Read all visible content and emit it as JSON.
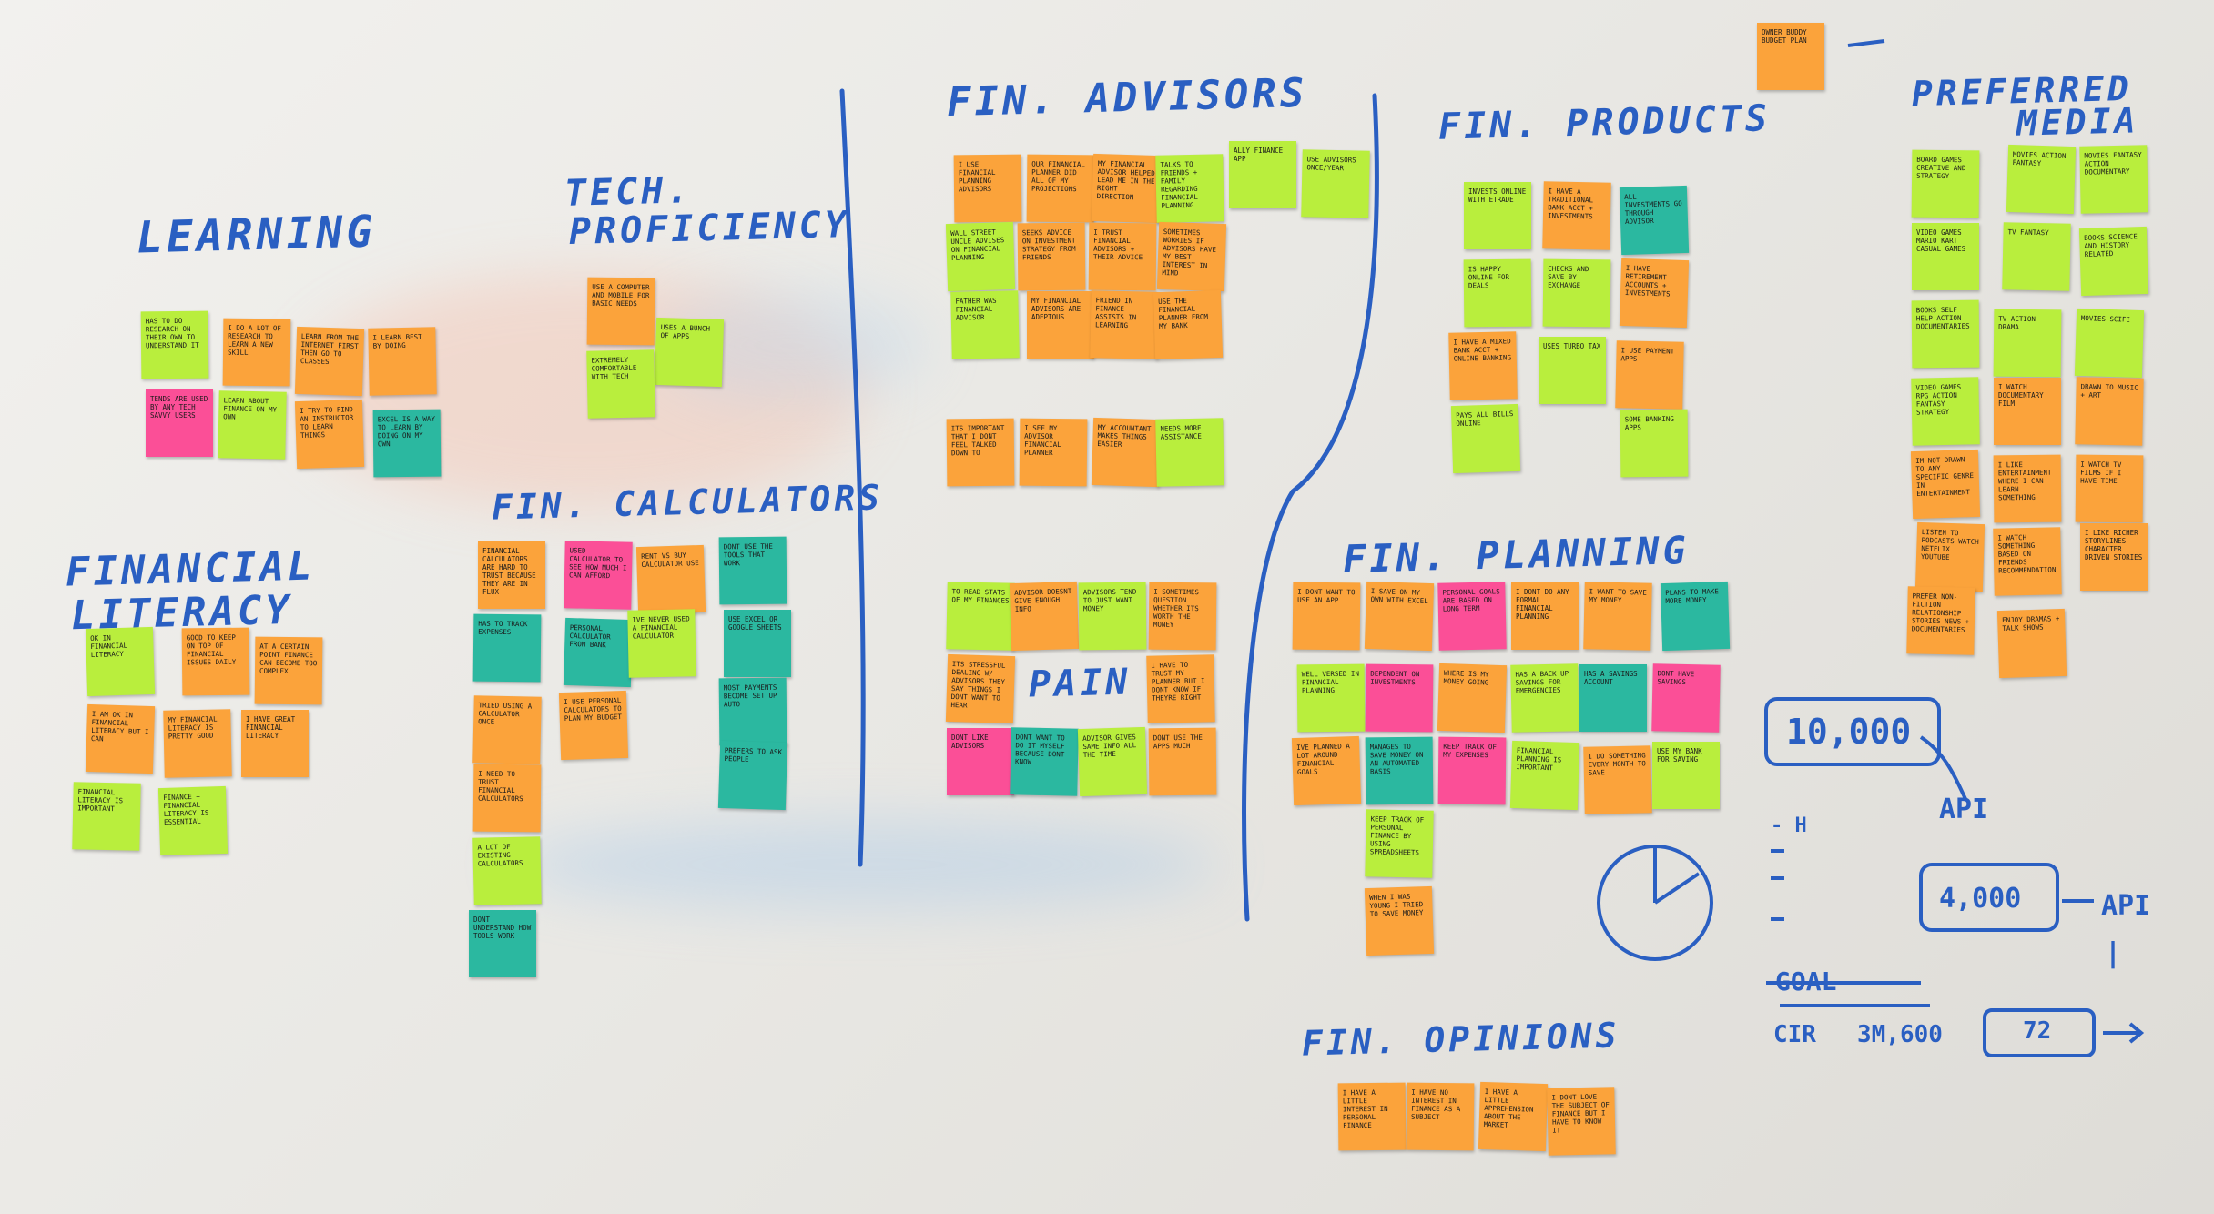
{
  "headings": {
    "learning": "LEARNING",
    "tech1": "TECH.",
    "tech2": "PROFICIENCY",
    "fin_advisors": "FIN. ADVISORS",
    "fin_products": "FIN. PRODUCTS",
    "preferred1": "PREFERRED",
    "preferred2": "MEDIA",
    "fin_calculators": "FIN. CALCULATORS",
    "financial1": "FINANCIAL",
    "financial2": "LITERACY",
    "pain": "PAIN",
    "fin_planning": "FIN. PLANNING",
    "fin_opinions": "FIN. OPINIONS"
  },
  "annotations": {
    "big_number": "10,000",
    "api_1": "API",
    "mid_number": "4,000",
    "api_2": "API",
    "goal": "GOAL",
    "cir": "CIR",
    "cir_value": "3M,600",
    "box_value": "72",
    "tick_1": "- H",
    "mark_1": "|"
  },
  "colors": {
    "ink": "#2a5fc2",
    "orange": "#fba33b",
    "lime": "#b9ee3d",
    "pink": "#fb4f97",
    "teal": "#2bb8a0",
    "yellow": "#e8f056"
  },
  "notes": [
    {
      "text": "OK IN FINANCIAL LITERACY"
    },
    {
      "text": "GOOD TO KEEP ON TOP OF FINANCIAL ISSUES DAILY"
    },
    {
      "text": "AT A CERTAIN POINT FINANCE CAN BECOME TOO COMPLEX"
    },
    {
      "text": "I AM OK IN FINANCIAL LITERACY BUT I CAN"
    },
    {
      "text": "MY FINANCIAL LITERACY IS PRETTY GOOD"
    },
    {
      "text": "I HAVE GREAT FINANCIAL LITERACY"
    },
    {
      "text": "FINANCIAL LITERACY IS IMPORTANT"
    },
    {
      "text": "FINANCE + FINANCIAL LITERACY IS ESSENTIAL"
    },
    {
      "text": "I USE FINANCIAL PLANNING ADVISORS"
    },
    {
      "text": "OUR FINANCIAL PLANNER DID ALL OF MY PROJECTIONS"
    },
    {
      "text": "MY FINANCIAL ADVISOR HELPED LEAD ME IN THE RIGHT DIRECTION"
    },
    {
      "text": "TALKS TO FRIENDS + FAMILY REGARDING FINANCIAL PLANNING"
    },
    {
      "text": "ALLY FINANCE APP"
    },
    {
      "text": "USE ADVISORS ONCE/YEAR"
    },
    {
      "text": "WALL STREET UNCLE ADVISES ON FINANCIAL PLANNING"
    },
    {
      "text": "SEEKS ADVICE ON INVESTMENT STRATEGY FROM FRIENDS"
    },
    {
      "text": "I TRUST FINANCIAL ADVISORS + THEIR ADVICE"
    },
    {
      "text": "SOMETIMES WORRIES IF ADVISORS HAVE MY BEST INTEREST IN MIND"
    },
    {
      "text": "FATHER WAS FINANCIAL ADVISOR"
    },
    {
      "text": "MY FINANCIAL ADVISORS ARE ADEPTOUS"
    },
    {
      "text": "FRIEND IN FINANCE ASSISTS IN LEARNING"
    },
    {
      "text": "USE THE FINANCIAL PLANNER FROM MY BANK"
    },
    {
      "text": "ITS IMPORTANT THAT I DONT FEEL TALKED DOWN TO"
    },
    {
      "text": "I SEE MY ADVISOR FINANCIAL PLANNER"
    },
    {
      "text": "MY ACCOUNTANT MAKES THINGS EASIER"
    },
    {
      "text": "NEEDS MORE ASSISTANCE"
    },
    {
      "text": "INVESTS ONLINE WITH ETRADE"
    },
    {
      "text": "I HAVE A TRADITIONAL BANK ACCT + INVESTMENTS"
    },
    {
      "text": "ALL INVESTMENTS GO THROUGH ADVISOR"
    },
    {
      "text": "IS HAPPY ONLINE FOR DEALS"
    },
    {
      "text": "CHECKS AND SAVE BY EXCHANGE"
    },
    {
      "text": "I HAVE RETIREMENT ACCOUNTS + INVESTMENTS"
    },
    {
      "text": "I HAVE A MIXED BANK ACCT + ONLINE BANKING"
    },
    {
      "text": "USES TURBO TAX"
    },
    {
      "text": "I USE PAYMENT APPS"
    },
    {
      "text": "PAYS ALL BILLS ONLINE"
    },
    {
      "text": "SOME BANKING APPS"
    },
    {
      "text": "BOARD GAMES CREATIVE AND STRATEGY"
    },
    {
      "text": "MOVIES ACTION FANTASY"
    },
    {
      "text": "MOVIES FANTASY ACTION DOCUMENTARY"
    },
    {
      "text": "VIDEO GAMES MARIO KART CASUAL GAMES"
    },
    {
      "text": "TV FANTASY"
    },
    {
      "text": "BOOKS SCIENCE AND HISTORY RELATED"
    },
    {
      "text": "BOOKS SELF HELP ACTION DOCUMENTARIES"
    },
    {
      "text": "TV ACTION DRAMA"
    },
    {
      "text": "MOVIES SCIFI"
    },
    {
      "text": "VIDEO GAMES RPG ACTION FANTASY STRATEGY"
    },
    {
      "text": "I WATCH DOCUMENTARY FILM"
    },
    {
      "text": "DRAWN TO MUSIC + ART"
    },
    {
      "text": "IM NOT DRAWN TO ANY SPECIFIC GENRE IN ENTERTAINMENT"
    },
    {
      "text": "I LIKE ENTERTAINMENT WHERE I CAN LEARN SOMETHING"
    },
    {
      "text": "I WATCH TV FILMS IF I HAVE TIME"
    },
    {
      "text": "LISTEN TO PODCASTS WATCH NETFLIX YOUTUBE"
    },
    {
      "text": "I WATCH SOMETHING BASED ON FRIENDS RECOMMENDATION"
    },
    {
      "text": "I LIKE RICHER STORYLINES CHARACTER DRIVEN STORIES"
    },
    {
      "text": "PREFER NON-FICTION RELATIONSHIP STORIES NEWS + DOCUMENTARIES"
    },
    {
      "text": "ENJOY DRAMAS + TALK SHOWS"
    },
    {
      "text": "HAS TO DO RESEARCH ON THEIR OWN TO UNDERSTAND IT"
    },
    {
      "text": "I DO A LOT OF RESEARCH TO LEARN A NEW SKILL"
    },
    {
      "text": "LEARN FROM THE INTERNET FIRST THEN GO TO CLASSES"
    },
    {
      "text": "I LEARN BEST BY DOING"
    },
    {
      "text": "TENDS ARE USED BY ANY TECH SAVVY USERS"
    },
    {
      "text": "LEARN ABOUT FINANCE ON MY OWN"
    },
    {
      "text": "I TRY TO FIND AN INSTRUCTOR TO LEARN THINGS"
    },
    {
      "text": "EXCEL IS A WAY TO LEARN BY DOING ON MY OWN"
    },
    {
      "text": "USE A COMPUTER AND MOBILE FOR BASIC NEEDS"
    },
    {
      "text": "USES A BUNCH OF APPS"
    },
    {
      "text": "EXTREMELY COMFORTABLE WITH TECH"
    },
    {
      "text": "FINANCIAL CALCULATORS ARE HARD TO TRUST BECAUSE THEY ARE IN FLUX"
    },
    {
      "text": "USED CALCULATOR TO SEE HOW MUCH I CAN AFFORD"
    },
    {
      "text": "RENT VS BUY CALCULATOR USE"
    },
    {
      "text": "DONT USE THE TOOLS THAT WORK"
    },
    {
      "text": "HAS TO TRACK EXPENSES"
    },
    {
      "text": "PERSONAL CALCULATOR FROM BANK"
    },
    {
      "text": "IVE NEVER USED A FINANCIAL CALCULATOR"
    },
    {
      "text": "USE EXCEL OR GOOGLE SHEETS"
    },
    {
      "text": "TRIED USING A CALCULATOR ONCE"
    },
    {
      "text": "I USE PERSONAL CALCULATORS TO PLAN MY BUDGET"
    },
    {
      "text": "MOST PAYMENTS BECOME SET UP AUTO"
    },
    {
      "text": "I NEED TO TRUST FINANCIAL CALCULATORS"
    },
    {
      "text": "PREFERS TO ASK PEOPLE"
    },
    {
      "text": "A LOT OF EXISTING CALCULATORS"
    },
    {
      "text": "DONT UNDERSTAND HOW TOOLS WORK"
    },
    {
      "text": "TO READ STATS OF MY FINANCES"
    },
    {
      "text": "ADVISOR DOESNT GIVE ENOUGH INFO"
    },
    {
      "text": "ADVISORS TEND TO JUST WANT MONEY"
    },
    {
      "text": "I SOMETIMES QUESTION WHETHER ITS WORTH THE MONEY"
    },
    {
      "text": "ITS STRESSFUL DEALING W/ ADVISORS THEY SAY THINGS I DONT WANT TO HEAR"
    },
    {
      "text": "I HAVE TO TRUST MY PLANNER BUT I DONT KNOW IF THEYRE RIGHT"
    },
    {
      "text": "DONT LIKE ADVISORS"
    },
    {
      "text": "DONT WANT TO DO IT MYSELF BECAUSE DONT KNOW"
    },
    {
      "text": "ADVISOR GIVES SAME INFO ALL THE TIME"
    },
    {
      "text": "DONT USE THE APPS MUCH"
    },
    {
      "text": "I DONT WANT TO USE AN APP"
    },
    {
      "text": "I SAVE ON MY OWN WITH EXCEL"
    },
    {
      "text": "PERSONAL GOALS ARE BASED ON LONG TERM"
    },
    {
      "text": "I DONT DO ANY FORMAL FINANCIAL PLANNING"
    },
    {
      "text": "I WANT TO SAVE MY MONEY"
    },
    {
      "text": "PLANS TO MAKE MORE MONEY"
    },
    {
      "text": "WELL VERSED IN FINANCIAL PLANNING"
    },
    {
      "text": "DEPENDENT ON INVESTMENTS"
    },
    {
      "text": "WHERE IS MY MONEY GOING"
    },
    {
      "text": "HAS A BACK UP SAVINGS FOR EMERGENCIES"
    },
    {
      "text": "HAS A SAVINGS ACCOUNT"
    },
    {
      "text": "DONT HAVE SAVINGS"
    },
    {
      "text": "IVE PLANNED A LOT AROUND FINANCIAL GOALS"
    },
    {
      "text": "MANAGES TO SAVE MONEY ON AN AUTOMATED BASIS"
    },
    {
      "text": "KEEP TRACK OF MY EXPENSES"
    },
    {
      "text": "FINANCIAL PLANNING IS IMPORTANT"
    },
    {
      "text": "I DO SOMETHING EVERY MONTH TO SAVE"
    },
    {
      "text": "USE MY BANK FOR SAVING"
    },
    {
      "text": "KEEP TRACK OF PERSONAL FINANCE BY USING SPREADSHEETS"
    },
    {
      "text": "WHEN I WAS YOUNG I TRIED TO SAVE MONEY"
    },
    {
      "text": "I HAVE A LITTLE INTEREST IN PERSONAL FINANCE"
    },
    {
      "text": "I HAVE NO INTEREST IN FINANCE AS A SUBJECT"
    },
    {
      "text": "I HAVE A LITTLE APPREHENSION ABOUT THE MARKET"
    },
    {
      "text": "I DONT LOVE THE SUBJECT OF FINANCE BUT I HAVE TO KNOW IT"
    },
    {
      "text": "OWNER BUDDY BUDGET PLAN"
    }
  ]
}
